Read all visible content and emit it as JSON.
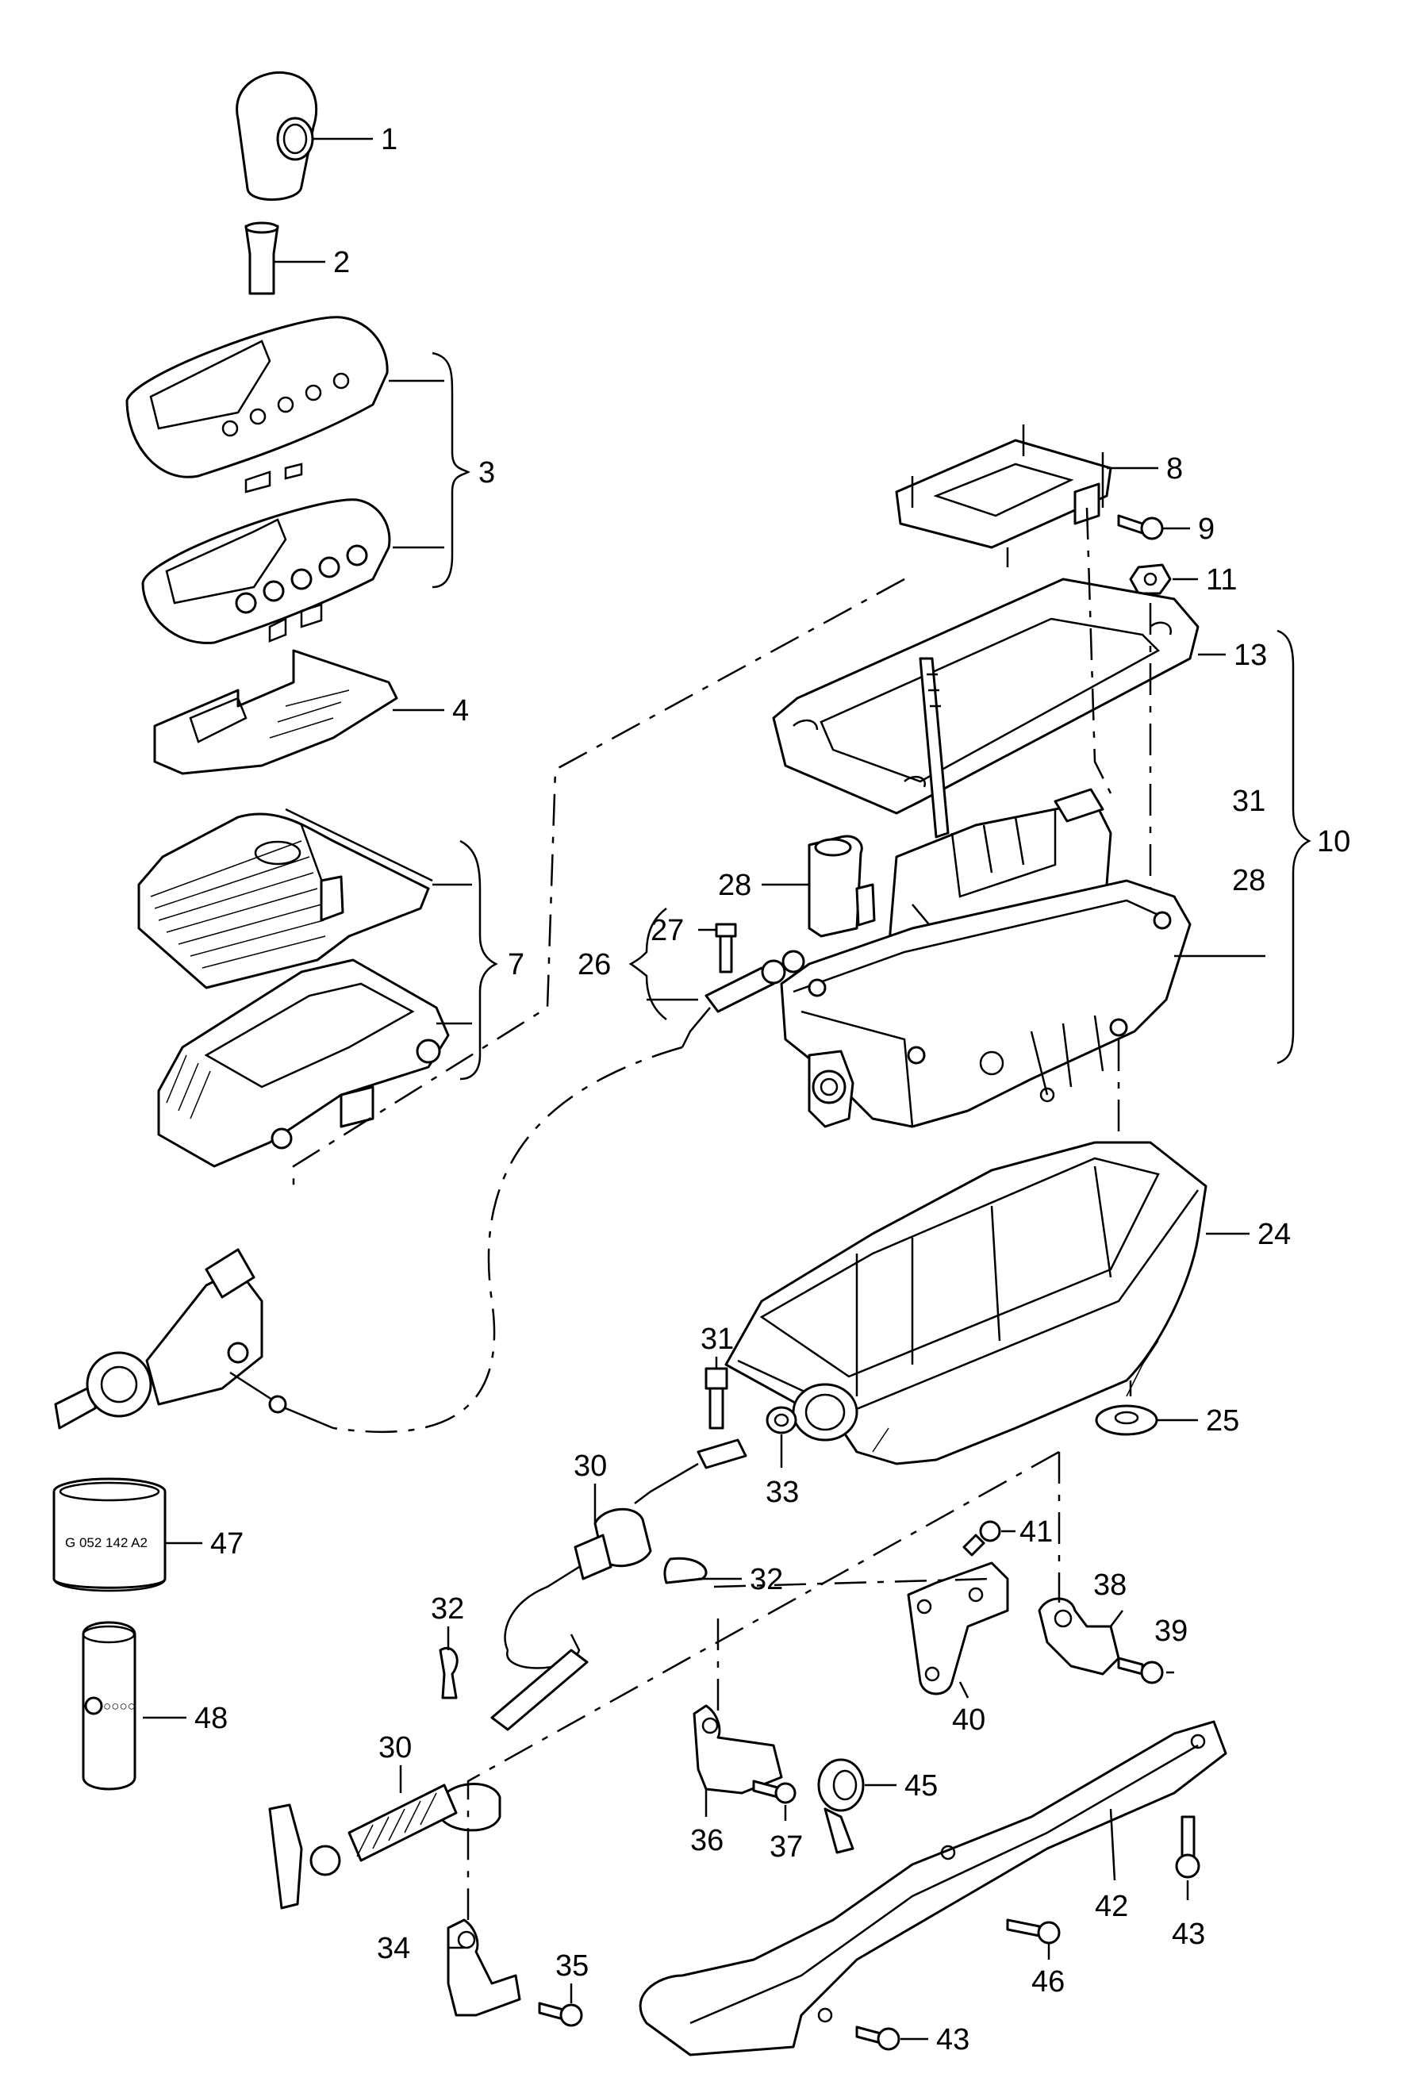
{
  "callouts": {
    "c1": "1",
    "c2": "2",
    "c3": "3",
    "c4": "4",
    "c7": "7",
    "c8": "8",
    "c9": "9",
    "c10": "10",
    "c11": "11",
    "c13": "13",
    "c24": "24",
    "c25": "25",
    "c26": "26",
    "c27": "27",
    "c28a": "28",
    "c28b": "28",
    "c30a": "30",
    "c30b": "30",
    "c31a": "31",
    "c31b": "31",
    "c32a": "32",
    "c32b": "32",
    "c33": "33",
    "c34": "34",
    "c35": "35",
    "c36": "36",
    "c37": "37",
    "c38": "38",
    "c39": "39",
    "c40": "40",
    "c41": "41",
    "c42": "42",
    "c43a": "43",
    "c43b": "43",
    "c45": "45",
    "c46": "46",
    "c47": "47",
    "c48": "48"
  },
  "can_label": "G 052 142 A2"
}
